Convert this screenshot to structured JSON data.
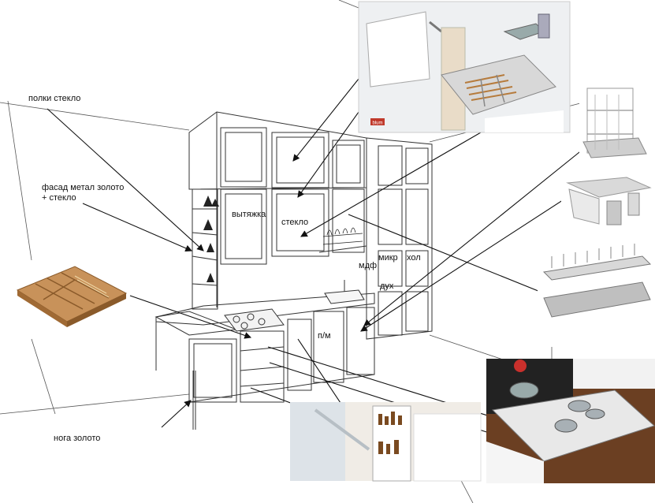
{
  "labels": {
    "shelves_glass": "полки стекло",
    "facade_gold_1": "фасад метал золото",
    "facade_gold_2": "+ стекло",
    "hood": "вытяжка",
    "glass": "стекло",
    "mdf": "мдф",
    "micro": "микр",
    "fridge": "хол",
    "oven": "дух",
    "dishwasher": "п/м",
    "leg_gold": "нога золото"
  },
  "photo_brand": "blum"
}
